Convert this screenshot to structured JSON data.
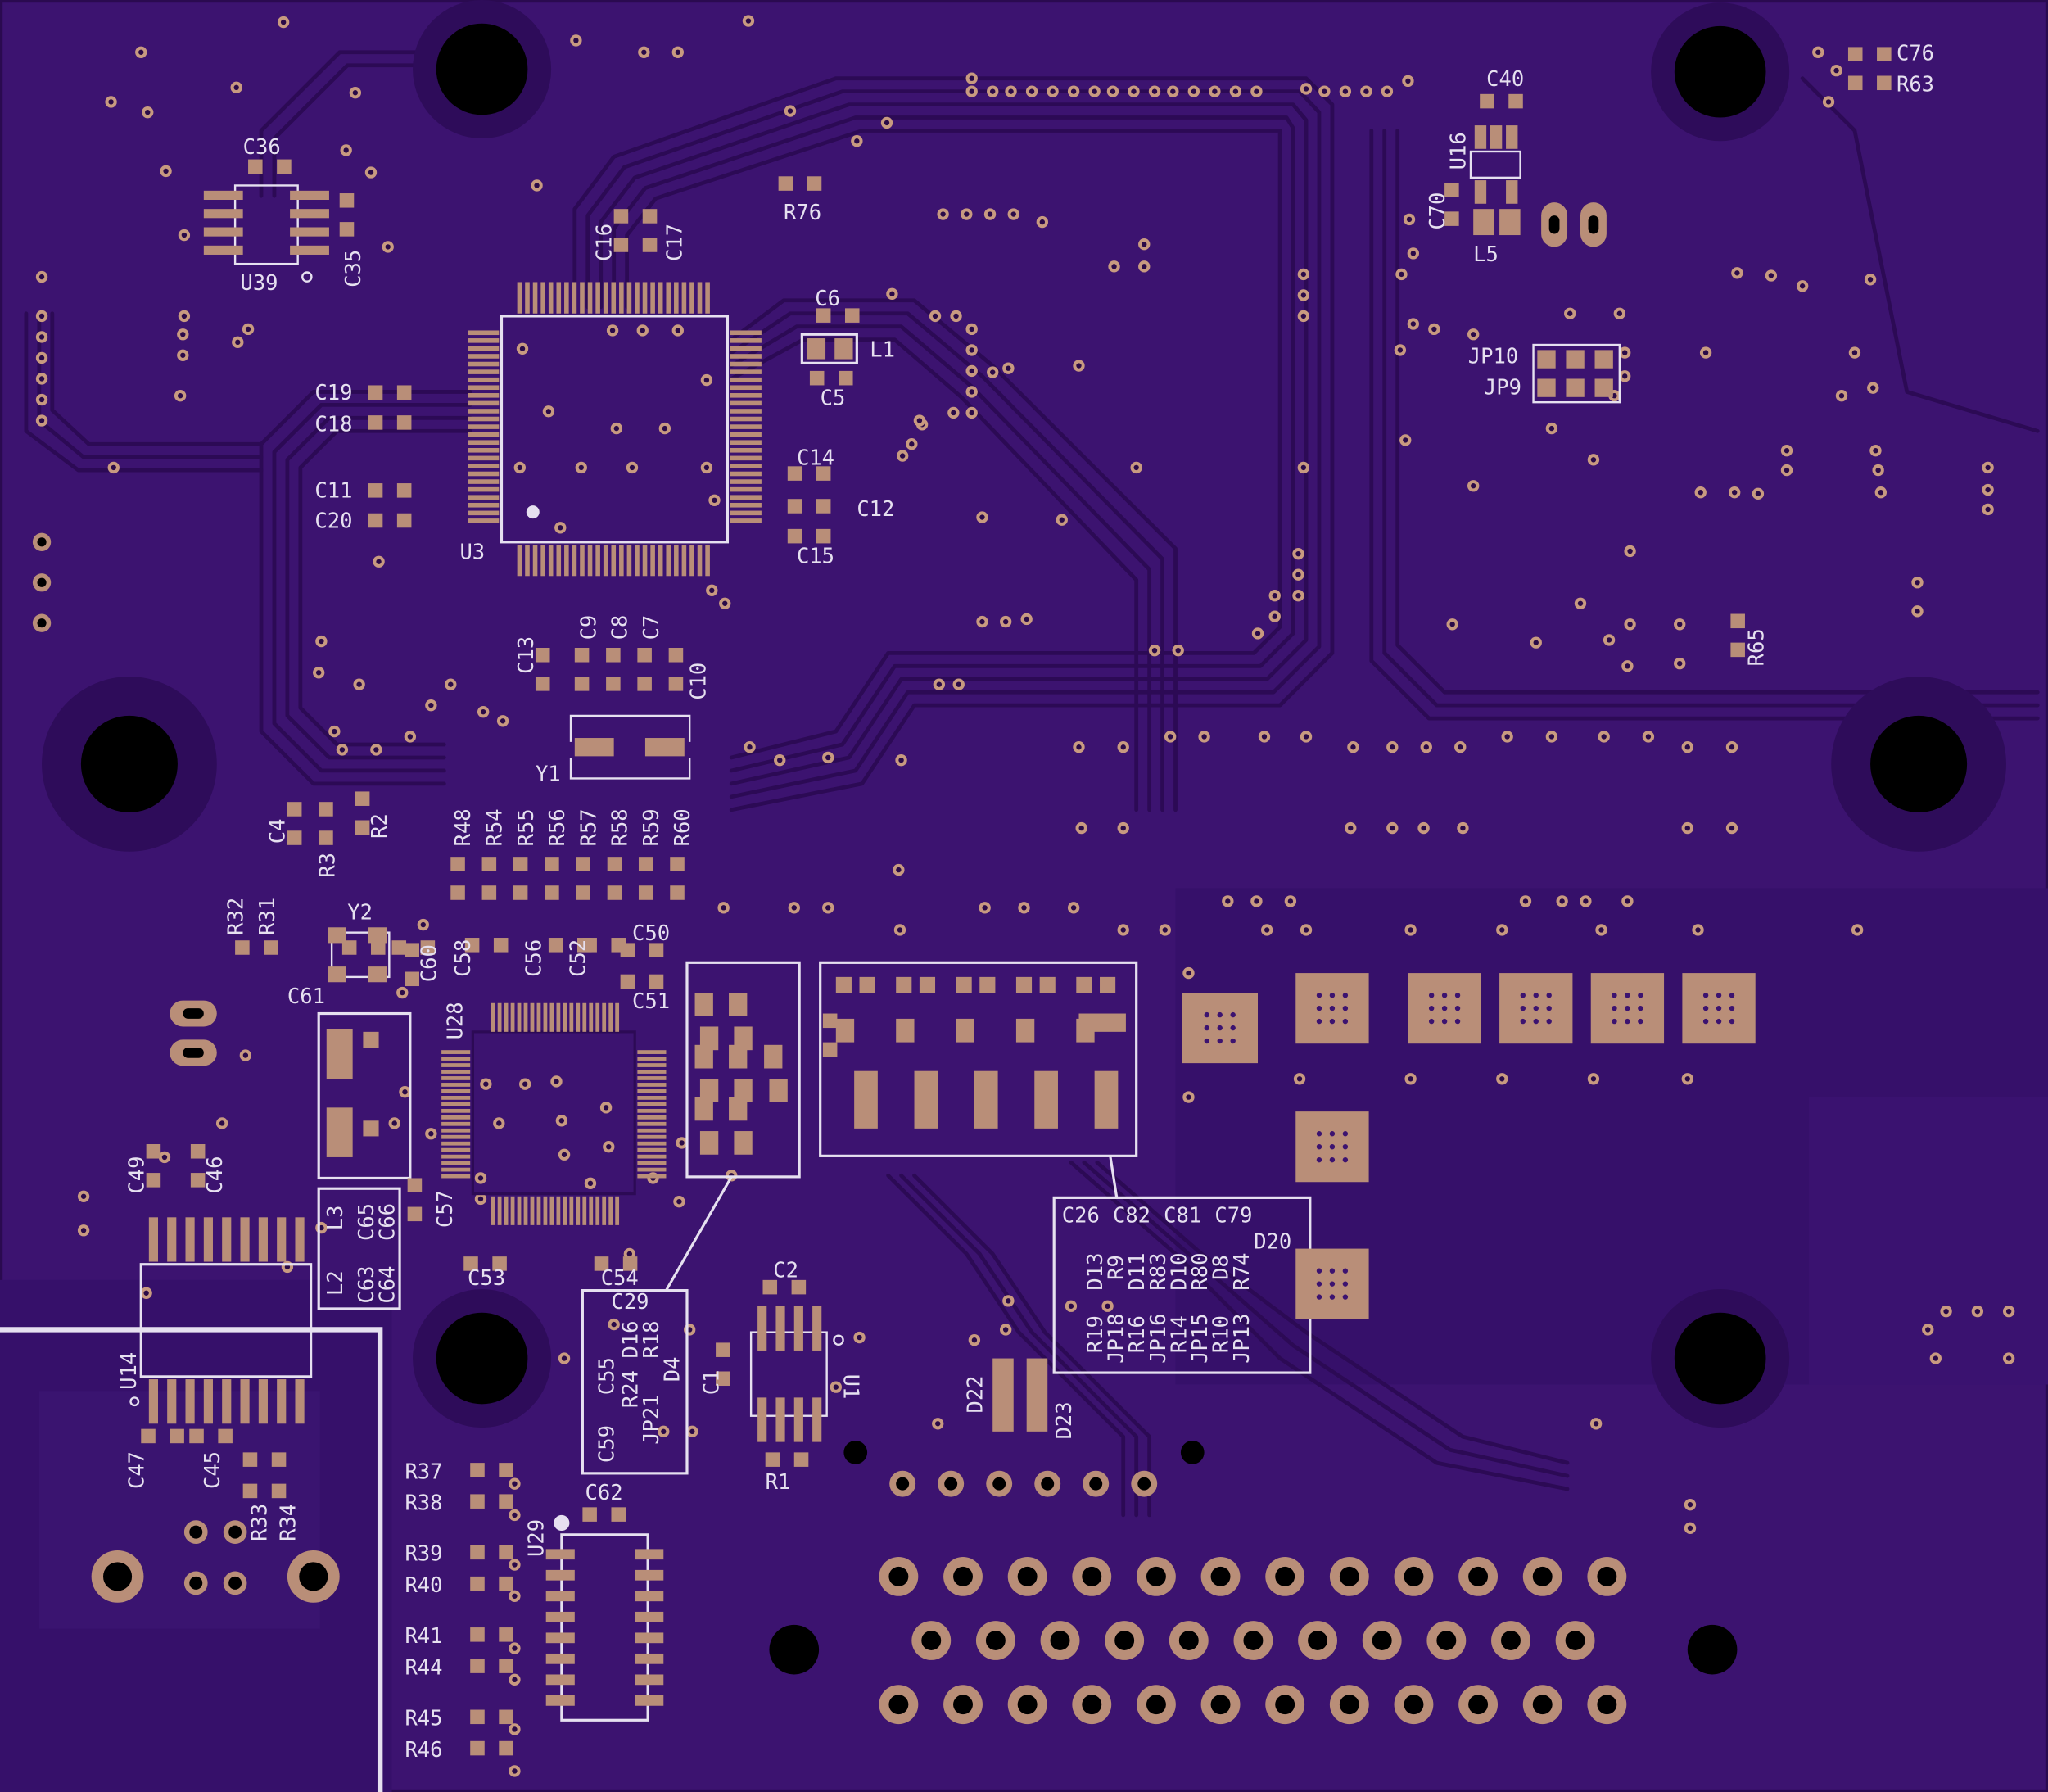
{
  "colors": {
    "board": "#3c1370",
    "board_dark": "#2e0c5a",
    "trace": "#4a1a88",
    "trace_edge": "#2c0a55",
    "pad": "#b98e78",
    "silk": "#e6e0f0",
    "hole": "#000000",
    "via_ring": "#c89a80"
  },
  "labels": {
    "C36": "C36",
    "C35": "C35",
    "U39": "U39",
    "C16": "C16",
    "C17": "C17",
    "R76": "R76",
    "C6": "C6",
    "L1": "L1",
    "C5": "C5",
    "C19": "C19",
    "C18": "C18",
    "C11": "C11",
    "C20": "C20",
    "U3": "U3",
    "C14": "C14",
    "C12": "C12",
    "C15": "C15",
    "C13": "C13",
    "C9": "C9",
    "C8": "C8",
    "C7": "C7",
    "C10": "C10",
    "Y1": "Y1",
    "C40": "C40",
    "U16": "U16",
    "C70": "C70",
    "L5": "L5",
    "C76": "C76",
    "R63": "R63",
    "JP10": "JP10",
    "JP9": "JP9",
    "R65": "R65",
    "C4": "C4",
    "R3": "R3",
    "R2": "R2",
    "R48": "R48",
    "R54": "R54",
    "R55": "R55",
    "R56": "R56",
    "R57": "R57",
    "R58": "R58",
    "R59": "R59",
    "R60": "R60",
    "R32": "R32",
    "R31": "R31",
    "Y2": "Y2",
    "C61": "C61",
    "C60": "C60",
    "C58": "C58",
    "C56": "C56",
    "C52": "C52",
    "C50": "C50",
    "C51": "C51",
    "U28": "U28",
    "C57": "C57",
    "C49": "C49",
    "C46": "C46",
    "L3": "L3",
    "C65": "C65",
    "C66": "C66",
    "L2": "L2",
    "C63": "C63",
    "C64": "C64",
    "C53": "C53",
    "C54": "C54",
    "U14": "U14",
    "C47": "C47",
    "C45": "C45",
    "R33": "R33",
    "R34": "R34",
    "C29": "C29",
    "C55": "C55",
    "R24": "R24",
    "D16": "D16",
    "R18": "R18",
    "D4": "D4",
    "C59": "C59",
    "JP21": "JP21",
    "C2": "C2",
    "C1": "C1",
    "U1": "U1",
    "R1": "R1",
    "D22": "D22",
    "D23": "D23",
    "C26": "C26",
    "C82": "C82",
    "C81": "C81",
    "C79": "C79",
    "D20": "D20",
    "D13": "D13",
    "R9": "R9",
    "D11": "D11",
    "R83": "R83",
    "D10": "D10",
    "R80": "R80",
    "D8": "D8",
    "R74": "R74",
    "R19": "R19",
    "JP18": "JP18",
    "R16": "R16",
    "JP16": "JP16",
    "R14": "R14",
    "JP15": "JP15",
    "R10": "R10",
    "JP13": "JP13",
    "R37": "R37",
    "R38": "R38",
    "R39": "R39",
    "R40": "R40",
    "R41": "R41",
    "R44": "R44",
    "R45": "R45",
    "R46": "R46",
    "C62": "C62",
    "U29": "U29"
  }
}
